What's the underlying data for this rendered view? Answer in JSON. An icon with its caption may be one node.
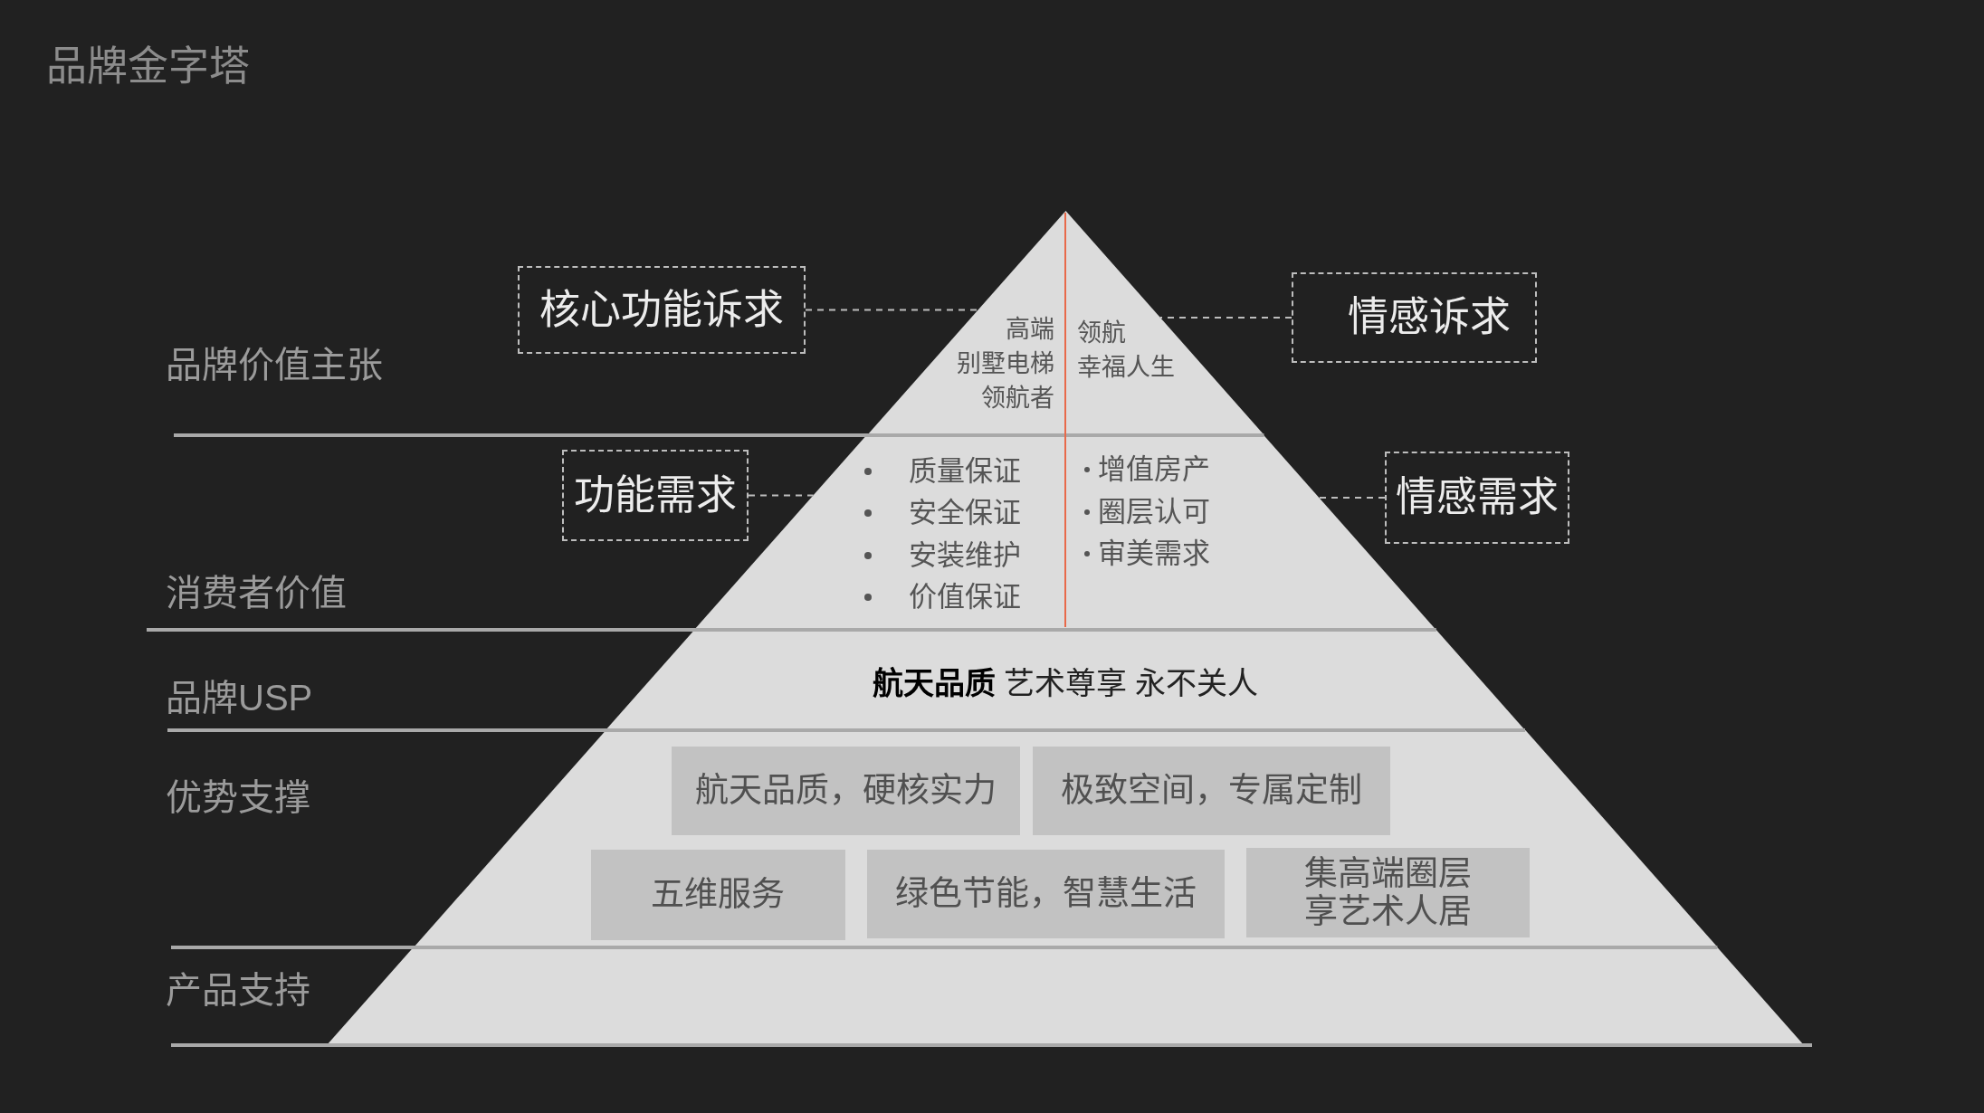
{
  "diagram": {
    "title": "品牌金字塔",
    "nodes": [
      {
        "text": [
          "高端别墅电梯领航者",
          "领航幸福人生"
        ]
      },
      {
        "text": [
          "核心功能诉求"
        ]
      },
      {
        "text": [
          "情感诉求"
        ]
      },
      {
        "text": [
          "质量保证",
          "安全保证",
          "安装维护",
          "价值保证",
          "增值房产",
          "圈层认可",
          "审美需求"
        ]
      },
      {
        "text": [
          "功能需求"
        ]
      },
      {
        "text": [
          "情感需求"
        ]
      },
      {
        "text": [
          "**航天品质** 艺术尊享 永不关人"
        ]
      },
      {
        "text": [],
        "shape": "trapezoid",
        "beside": [
          "优势支撑"
        ]
      },
      {
        "text": [
          "航天品质，硬核实力"
        ],
        "in": 7
      },
      {
        "text": [
          "极致空间，专属定制"
        ],
        "in": 7
      },
      {
        "text": [
          "五维服务"
        ],
        "in": 7
      },
      {
        "text": [
          "绿色节能，智慧生活"
        ],
        "in": 7
      },
      {
        "text": [
          "集高端圈层享艺术人居"
        ],
        "in": 7
      },
      {
        "text": [],
        "shape": "trapezoid",
        "beside": [
          "产品支持"
        ]
      }
    ],
    "edges": [
      {
        "from": 1,
        "to": 0,
        "arrow": "none",
        "style": "dashed"
      },
      {
        "from": 2,
        "to": 0,
        "arrow": "none",
        "style": "dashed"
      },
      {
        "from": 4,
        "to": 3,
        "arrow": "none",
        "style": "dashed"
      },
      {
        "from": 5,
        "to": 3,
        "arrow": "none",
        "style": "dashed"
      }
    ],
    "labels": [
      "品牌价值主张",
      "消费者价值",
      "品牌USP"
    ]
  }
}
